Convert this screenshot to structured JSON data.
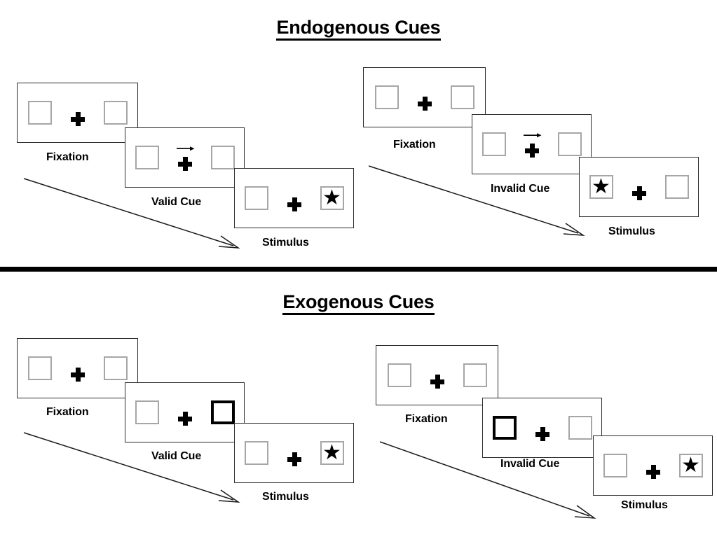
{
  "figure": {
    "sections": [
      {
        "id": "endogenous",
        "title": "Endogenous Cues",
        "columns": [
          {
            "id": "endogenous-valid",
            "frames": [
              {
                "caption": "Fixation",
                "cue_arrow": false,
                "cued_side": "none",
                "target_side": "none"
              },
              {
                "caption": "Valid Cue",
                "cue_arrow": true,
                "cued_side": "none",
                "target_side": "none"
              },
              {
                "caption": "Stimulus",
                "cue_arrow": false,
                "cued_side": "none",
                "target_side": "right"
              }
            ]
          },
          {
            "id": "endogenous-invalid",
            "frames": [
              {
                "caption": "Fixation",
                "cue_arrow": false,
                "cued_side": "none",
                "target_side": "none"
              },
              {
                "caption": "Invalid Cue",
                "cue_arrow": true,
                "cued_side": "none",
                "target_side": "none"
              },
              {
                "caption": "Stimulus",
                "cue_arrow": false,
                "cued_side": "none",
                "target_side": "left"
              }
            ]
          }
        ]
      },
      {
        "id": "exogenous",
        "title": "Exogenous Cues",
        "columns": [
          {
            "id": "exogenous-valid",
            "frames": [
              {
                "caption": "Fixation",
                "cue_arrow": false,
                "cued_side": "none",
                "target_side": "none"
              },
              {
                "caption": "Valid Cue",
                "cue_arrow": false,
                "cued_side": "right",
                "target_side": "none"
              },
              {
                "caption": "Stimulus",
                "cue_arrow": false,
                "cued_side": "none",
                "target_side": "right"
              }
            ]
          },
          {
            "id": "exogenous-invalid",
            "frames": [
              {
                "caption": "Fixation",
                "cue_arrow": false,
                "cued_side": "none",
                "target_side": "none"
              },
              {
                "caption": "Invalid Cue",
                "cue_arrow": false,
                "cued_side": "left",
                "target_side": "none"
              },
              {
                "caption": "Stimulus",
                "cue_arrow": false,
                "cued_side": "none",
                "target_side": "right"
              }
            ]
          }
        ]
      }
    ],
    "icons": {
      "fixation_cross": "plus-cross-icon",
      "target": "star-icon",
      "cue_direction": "arrow-right-icon",
      "time_flow": "diagonal-arrow-icon"
    },
    "colors": {
      "ink": "#000000",
      "frame_stroke": "#2b2b2b",
      "box_stroke": "#a6a6a6",
      "background": "#ffffff",
      "cued_box_stroke": "#000000"
    },
    "captions": {
      "fixation": "Fixation",
      "valid_cue": "Valid Cue",
      "invalid_cue": "Invalid Cue",
      "stimulus": "Stimulus"
    }
  }
}
